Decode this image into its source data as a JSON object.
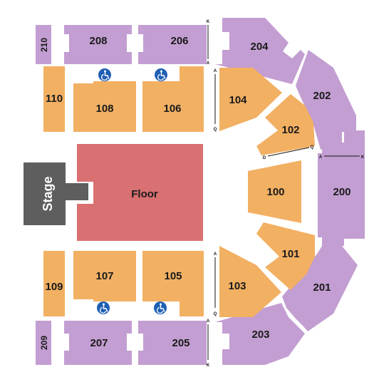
{
  "colors": {
    "upper_level": "#c39ed2",
    "lower_level": "#f2b063",
    "floor": "#d97071",
    "stage": "#5e5e5e",
    "accessibility": "#1f5fb4"
  },
  "stage": {
    "label": "Stage"
  },
  "floor": {
    "label": "Floor"
  },
  "sections": {
    "s210": "210",
    "s208": "208",
    "s206": "206",
    "s204": "204",
    "s202": "202",
    "s200": "200",
    "s201": "201",
    "s203": "203",
    "s205": "205",
    "s207": "207",
    "s209": "209",
    "s110": "110",
    "s108": "108",
    "s106": "106",
    "s104": "104",
    "s102": "102",
    "s100": "100",
    "s101": "101",
    "s103": "103",
    "s105": "105",
    "s107": "107",
    "s109": "109"
  },
  "rows": {
    "k_top": "K",
    "a_top": "A",
    "a_104": "A",
    "q_104": "Q",
    "d_102": "D",
    "q_102": "Q",
    "a_200": "A",
    "k_200": "K",
    "a_103": "A",
    "q_103": "Q",
    "a_bottom": "A",
    "k_bottom": "K"
  },
  "icons": {
    "wheelchair": "wheelchair-icon"
  }
}
